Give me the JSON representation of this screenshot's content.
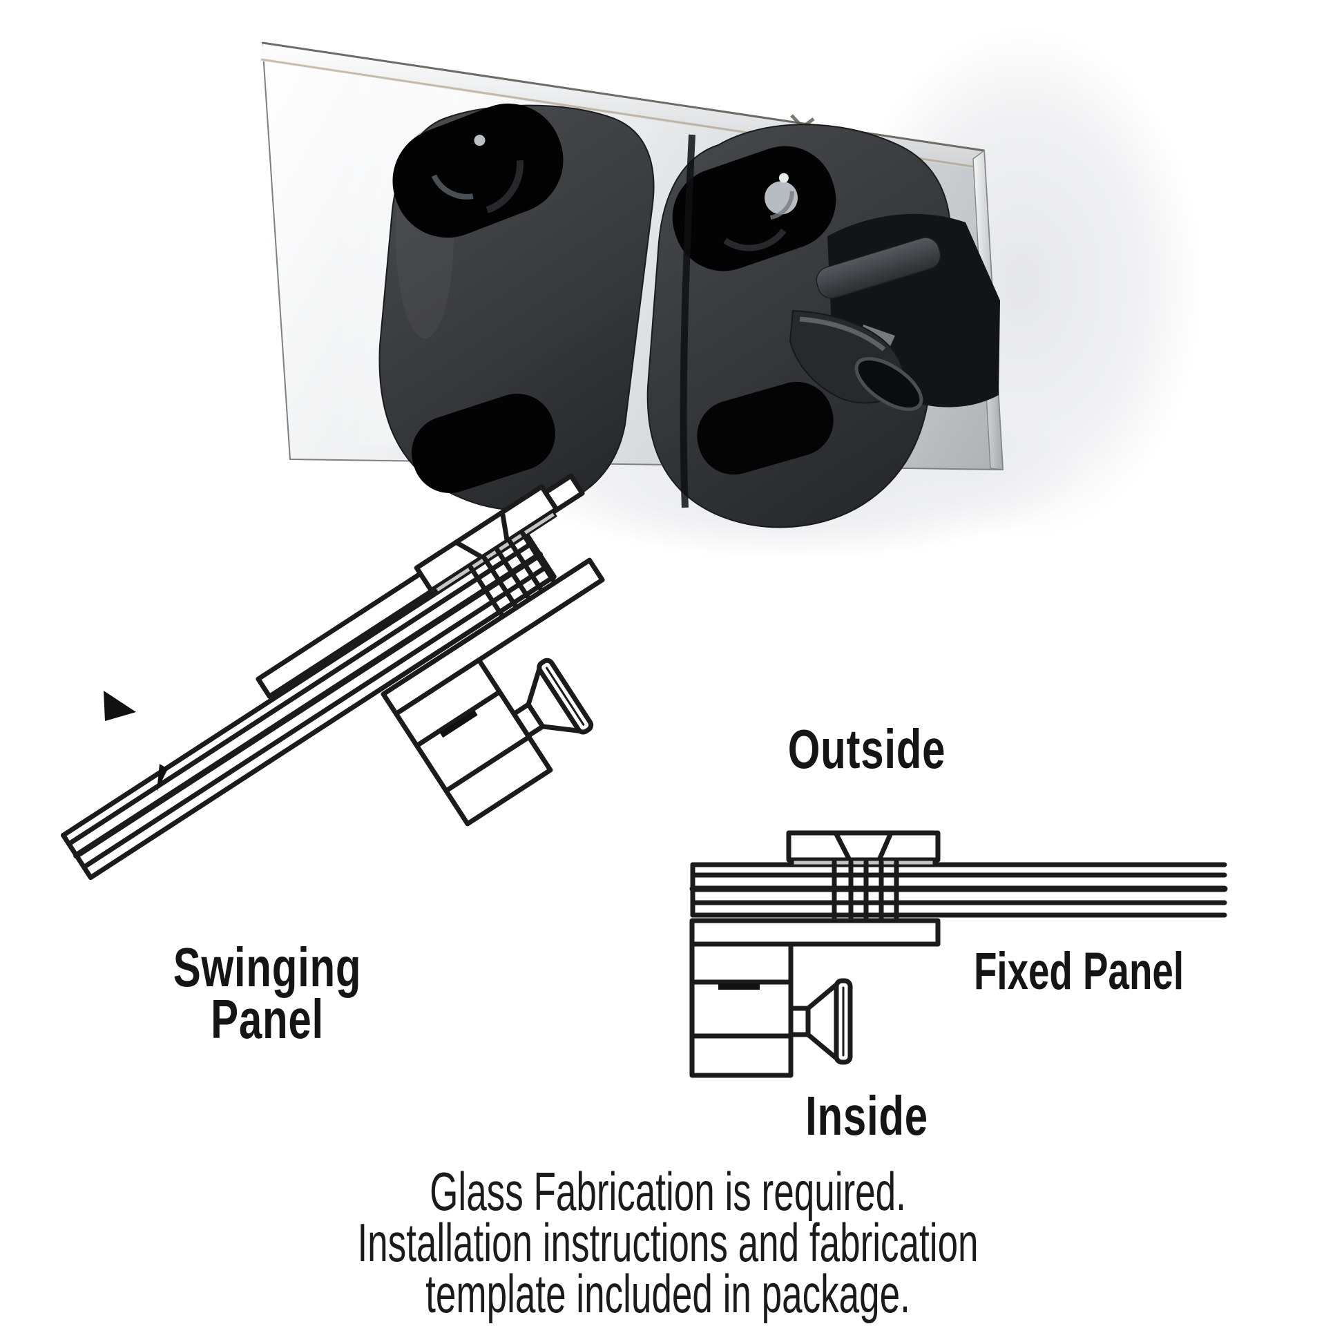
{
  "photo": {
    "name": "glass gate latch product photo",
    "plate_color": "#d6d9db",
    "housing_color": "#37393d",
    "hole_color": "#030304"
  },
  "diagrams": {
    "line_color": "#1b1b1b",
    "swinging_panel": {
      "label_line1": "Swinging",
      "label_line2": "Panel"
    },
    "fixed_panel": {
      "label": "Fixed Panel"
    },
    "outside_label": "Outside",
    "inside_label": "Inside"
  },
  "footer": {
    "line1": "Glass Fabrication is required.",
    "line2": "Installation instructions and fabrication",
    "line3": "template included in package."
  }
}
